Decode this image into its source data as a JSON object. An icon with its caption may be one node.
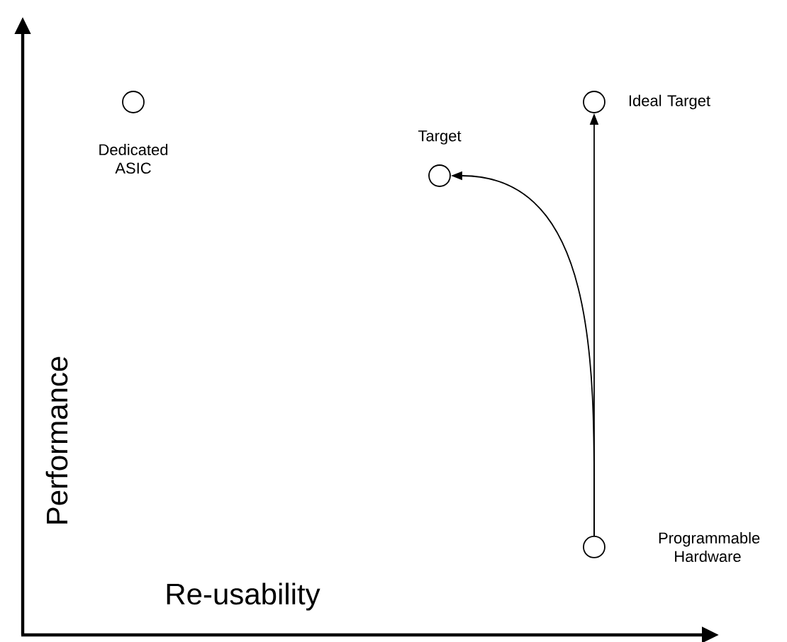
{
  "diagram": {
    "nodes": [
      {
        "text": [],
        "shape": "circle",
        "beside": [
          "Dedicated ASIC"
        ]
      },
      {
        "text": [],
        "shape": "circle",
        "beside": [
          "Target"
        ]
      },
      {
        "text": [],
        "shape": "circle",
        "beside": [
          "Ideal Target"
        ]
      },
      {
        "text": [],
        "shape": "circle",
        "beside": [
          "Programmable Hardware"
        ]
      }
    ],
    "edges": [
      {
        "from": 3,
        "to": 1,
        "arrow": "to"
      },
      {
        "from": 3,
        "to": 2,
        "arrow": "to"
      }
    ],
    "labels": [
      "Performance",
      "Re-usability"
    ]
  }
}
